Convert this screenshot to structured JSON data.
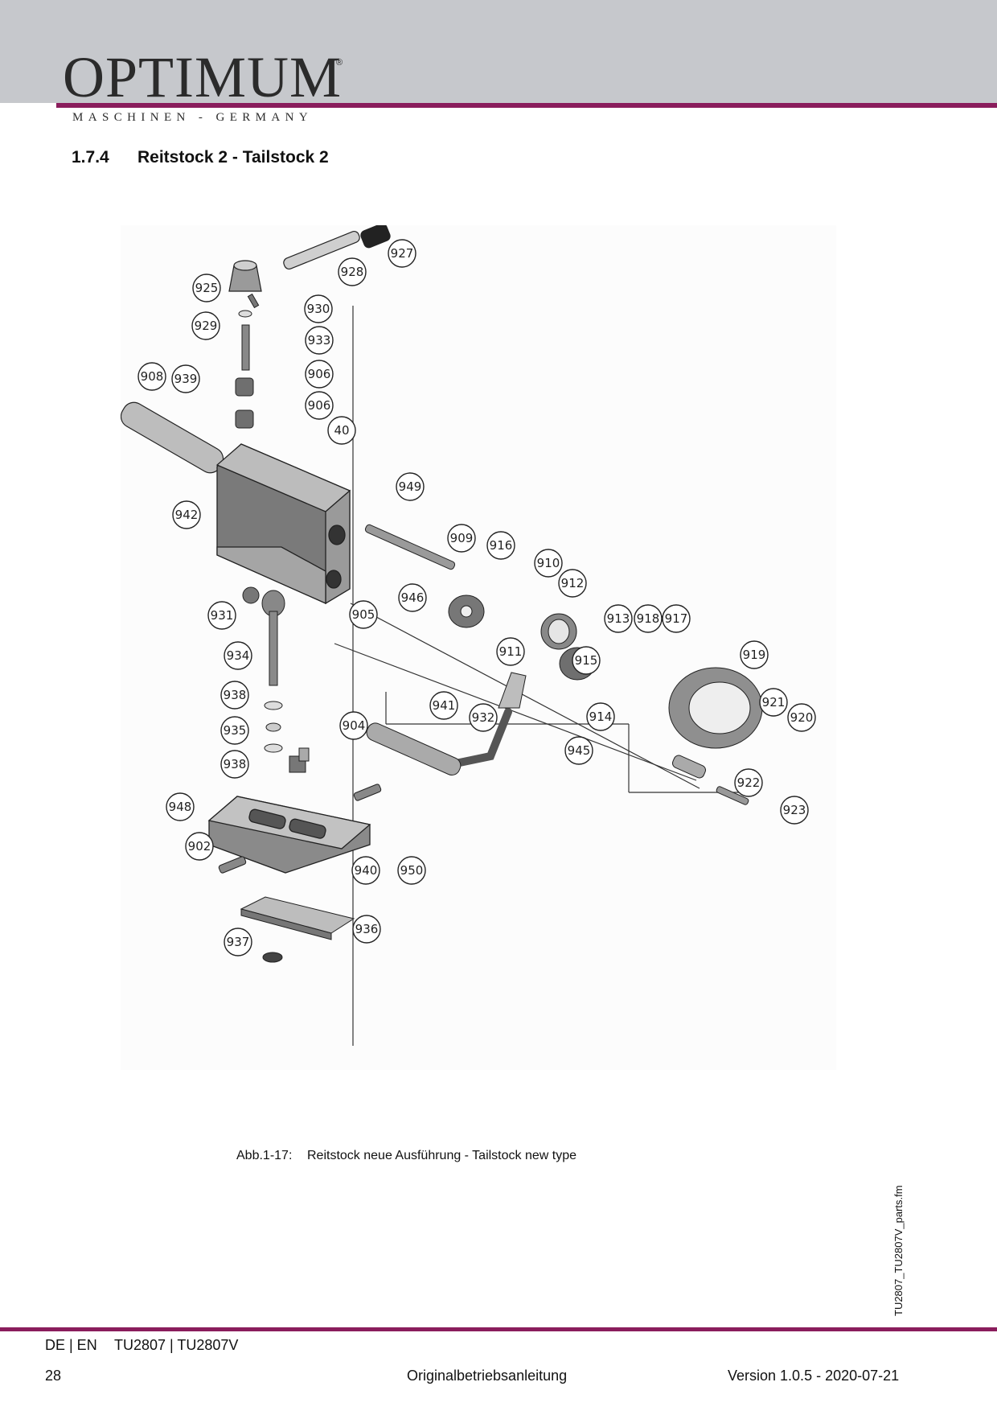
{
  "header": {
    "logo": "OPTIMUM",
    "registered_mark": "®",
    "tagline": "MASCHINEN - GERMANY"
  },
  "section": {
    "number": "1.7.4",
    "title": "Reitstock 2 - Tailstock 2"
  },
  "figure": {
    "callouts": [
      "927",
      "928",
      "925",
      "930",
      "929",
      "933",
      "908",
      "939",
      "906",
      "906",
      "40",
      "949",
      "942",
      "909",
      "916",
      "910",
      "912",
      "946",
      "931",
      "905",
      "913",
      "918",
      "917",
      "911",
      "915",
      "919",
      "934",
      "921",
      "920",
      "938",
      "941",
      "932",
      "914",
      "935",
      "904",
      "945",
      "938",
      "922",
      "923",
      "948",
      "902",
      "940",
      "950",
      "936",
      "937"
    ]
  },
  "caption": {
    "label": "Abb.1-17:",
    "text": "Reitstock neue Ausführung - Tailstock new type"
  },
  "side_label": "TU2807_TU2807V_parts.fm",
  "footer": {
    "languages": "DE | EN",
    "model": "TU2807 | TU2807V",
    "page": "28",
    "document_type": "Originalbetriebsanleitung",
    "version": "Version 1.0.5 - 2020-07-21"
  }
}
